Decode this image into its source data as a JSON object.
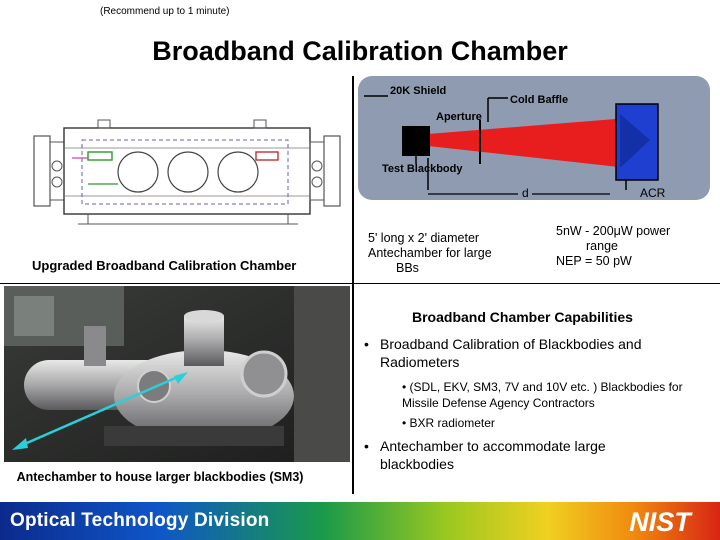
{
  "header": {
    "note": "(Recommend up to 1 minute)",
    "title": "Broadband Calibration Chamber"
  },
  "schematic": {
    "shield": "20K Shield",
    "baffle": "Cold Baffle",
    "aperture": "Aperture",
    "blackbody": "Test Blackbody",
    "distance": "d",
    "acr": "ACR"
  },
  "captions": {
    "chamber": "Upgraded Broadband Calibration Chamber",
    "antechamber_lines": [
      "5' long x 2' diameter",
      "Antechamber for large",
      "BBs"
    ],
    "power_lines": [
      "5nW - 200μW power",
      "range",
      "NEP = 50 pW"
    ],
    "photo": "Antechamber to house larger blackbodies (SM3)"
  },
  "capabilities": {
    "title": "Broadband Chamber Capabilities",
    "bullet_1": "Broadband Calibration of Blackbodies and Radiometers",
    "sub_1": "(SDL, EKV, SM3, 7V and 10V etc. ) Blackbodies for Missile Defense Agency Contractors",
    "sub_2": "BXR  radiometer",
    "bullet_2": "Antechamber to accommodate large blackbodies"
  },
  "footer": {
    "division": "Optical Technology Division",
    "logo": "NIST"
  },
  "colors": {
    "beam": "#e81e1e",
    "acr": "#1f3fd0",
    "schematic_bg": "#8f9bb0",
    "pointer": "#2ad0d8"
  }
}
